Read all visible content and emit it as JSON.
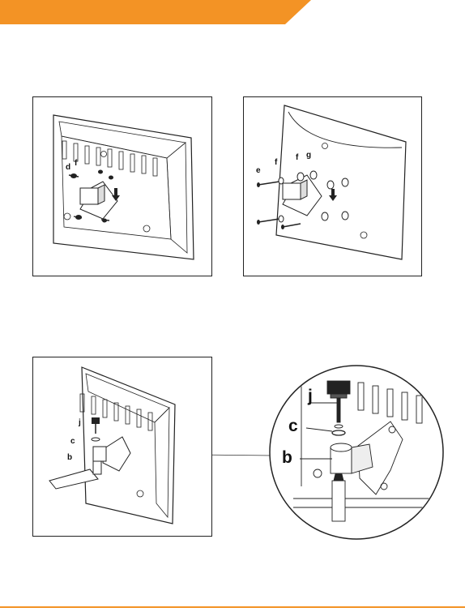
{
  "colors": {
    "accent": "#f39325",
    "line": "#222222"
  },
  "panel1": {
    "labels": {
      "d": "d",
      "f": "f"
    }
  },
  "panel2": {
    "labels": {
      "e": "e",
      "f": "f",
      "f2": "f",
      "g": "g"
    }
  },
  "panel3": {
    "labels": {
      "j": "j",
      "c": "c",
      "b": "b"
    }
  },
  "zoom": {
    "labels": {
      "j": "j",
      "c": "c",
      "b": "b"
    }
  }
}
